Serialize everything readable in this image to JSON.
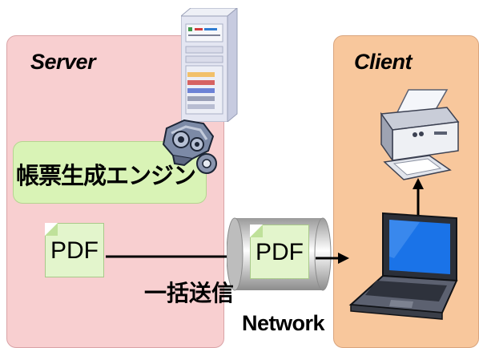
{
  "server": {
    "title": "Server"
  },
  "client": {
    "title": "Client"
  },
  "engine": {
    "label": "帳票生成エンジン"
  },
  "documents": {
    "local_pdf": "PDF",
    "sent_pdf": "PDF"
  },
  "transfer": {
    "label": "一括送信",
    "network_label": "Network"
  },
  "colors": {
    "server_bg": "#f8cfd0",
    "client_bg": "#f8c79c",
    "engine_bg": "#d9f3b6",
    "document_bg": "#e3f5cc",
    "laptop_screen": "#1a73e8"
  },
  "icons": [
    "server-tower-icon",
    "engine-gears-icon",
    "printer-icon",
    "laptop-icon",
    "network-pipe-icon"
  ]
}
